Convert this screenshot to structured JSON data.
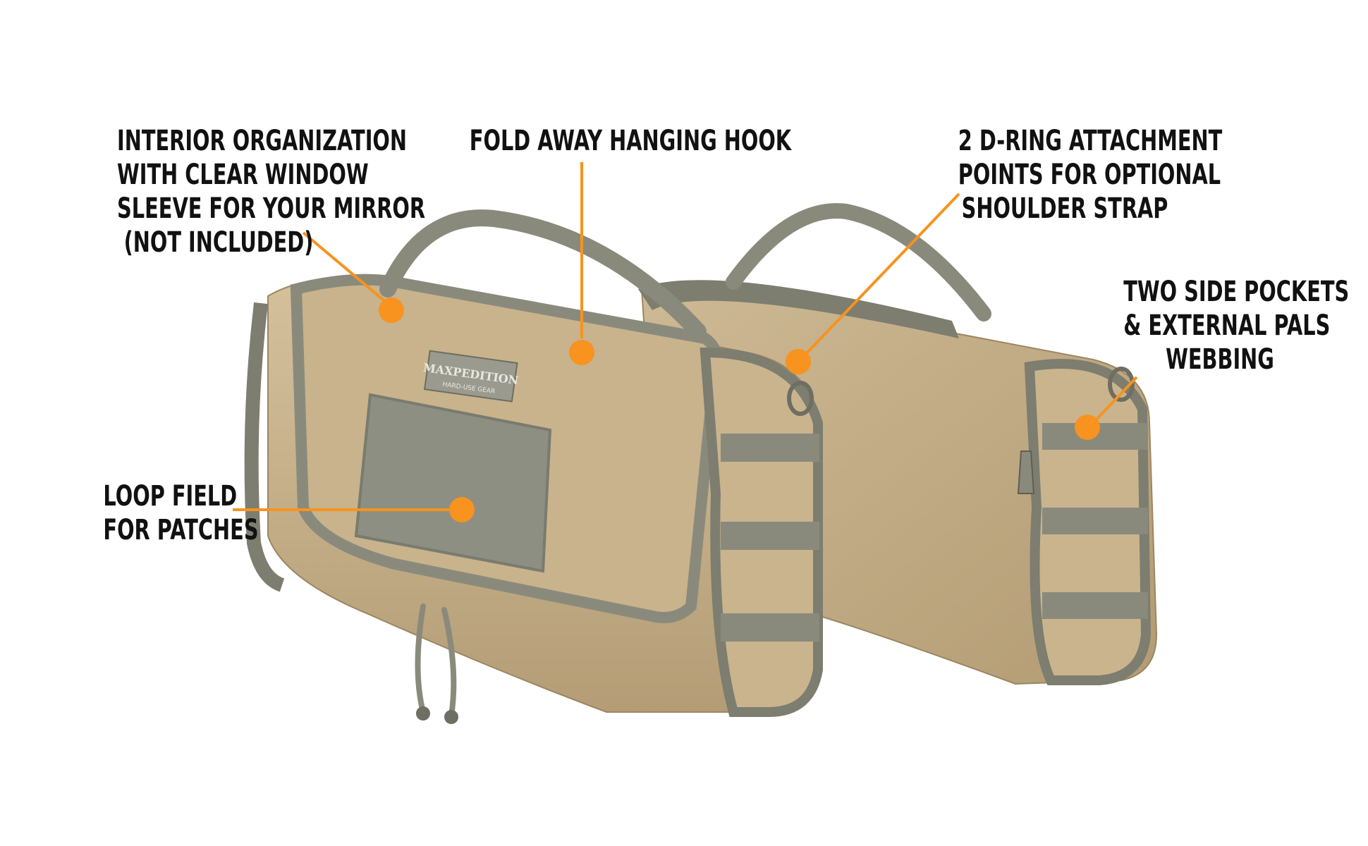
{
  "callouts": {
    "interior": {
      "lines": [
        "INTERIOR ORGANIZATION",
        "WITH CLEAR WINDOW",
        "SLEEVE FOR YOUR MIRROR",
        "(NOT INCLUDED)"
      ]
    },
    "hook": {
      "lines": [
        "FOLD AWAY HANGING HOOK"
      ]
    },
    "dring": {
      "lines": [
        "2 D-RING ATTACHMENT",
        "POINTS FOR OPTIONAL",
        "SHOULDER STRAP"
      ]
    },
    "side": {
      "lines": [
        "TWO SIDE POCKETS",
        "& EXTERNAL PALS",
        "WEBBING"
      ]
    },
    "loop": {
      "lines": [
        "LOOP FIELD",
        "FOR PATCHES"
      ]
    }
  },
  "logo": {
    "brand": "MAXPEDITION",
    "tagline": "HARD-USE GEAR"
  },
  "colors": {
    "accent": "#f7931e",
    "khaki": "#c6b08a",
    "khaki_dark": "#a9926a",
    "khaki_light": "#d8c7a4",
    "foliage": "#8a8a7c",
    "foliage_dark": "#6e6e62",
    "text": "#111111"
  }
}
